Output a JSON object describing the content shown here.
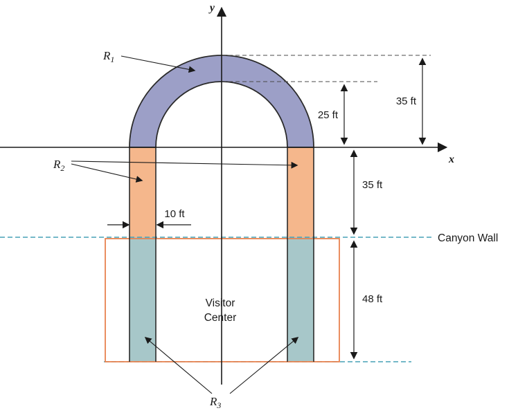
{
  "colors": {
    "arch_fill": "#9c9fc7",
    "upper_leg_fill": "#f5b78c",
    "lower_leg_fill": "#a7c7c9",
    "visitor_center_stroke": "#e8824f",
    "canyon_line": "#47a0b5"
  },
  "axes": {
    "x_label": "x",
    "y_label": "y"
  },
  "regions": {
    "r1": {
      "base": "R",
      "sub": "1"
    },
    "r2": {
      "base": "R",
      "sub": "2"
    },
    "r3": {
      "base": "R",
      "sub": "3"
    }
  },
  "dimensions": {
    "inner_radius": "25 ft",
    "outer_radius": "35 ft",
    "leg_height": "35 ft",
    "leg_width": "10 ft",
    "visitor_center_height": "48 ft"
  },
  "labels": {
    "canyon_wall": "Canyon Wall",
    "visitor_center_line1": "Visitor",
    "visitor_center_line2": "Center"
  }
}
